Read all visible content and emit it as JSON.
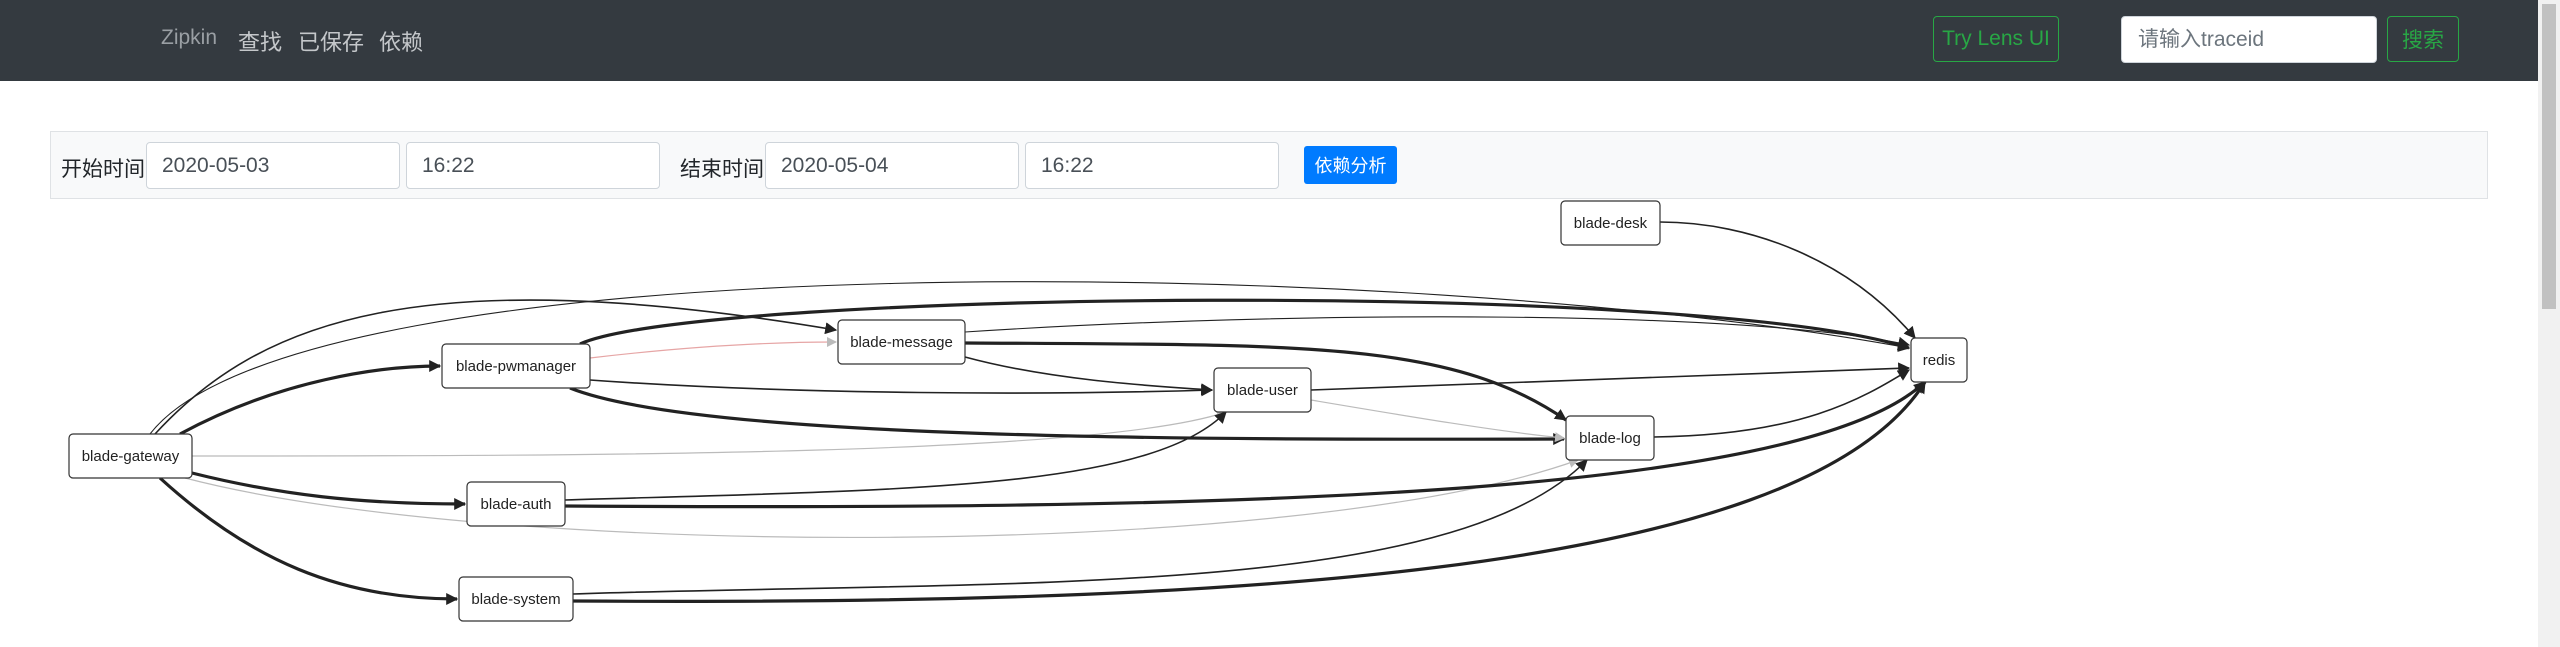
{
  "nav": {
    "brand": "Zipkin",
    "links": [
      "查找",
      "已保存",
      "依赖"
    ],
    "lens_button": "Try Lens UI",
    "trace_placeholder": "请输入traceid",
    "search_button": "搜索"
  },
  "filters": {
    "start_label": "开始时间",
    "start_date": "2020-05-03",
    "start_time": "16:22",
    "end_label": "结束时间",
    "end_date": "2020-05-04",
    "end_time": "16:22",
    "analyze_button": "依赖分析"
  },
  "graph": {
    "nodes": [
      {
        "id": "gateway",
        "label": "blade-gateway"
      },
      {
        "id": "pwmanager",
        "label": "blade-pwmanager"
      },
      {
        "id": "message",
        "label": "blade-message"
      },
      {
        "id": "user",
        "label": "blade-user"
      },
      {
        "id": "auth",
        "label": "blade-auth"
      },
      {
        "id": "system",
        "label": "blade-system"
      },
      {
        "id": "desk",
        "label": "blade-desk"
      },
      {
        "id": "log",
        "label": "blade-log"
      },
      {
        "id": "redis",
        "label": "redis"
      }
    ],
    "edges": [
      {
        "from": "gateway",
        "to": "pwmanager",
        "weight": "heavy"
      },
      {
        "from": "gateway",
        "to": "auth",
        "weight": "heavy"
      },
      {
        "from": "gateway",
        "to": "system",
        "weight": "heavy"
      },
      {
        "from": "gateway",
        "to": "message",
        "weight": "normal"
      },
      {
        "from": "gateway",
        "to": "redis",
        "weight": "light"
      },
      {
        "from": "gateway",
        "to": "user",
        "weight": "faint"
      },
      {
        "from": "gateway",
        "to": "log",
        "weight": "faint"
      },
      {
        "from": "pwmanager",
        "to": "message",
        "weight": "error"
      },
      {
        "from": "pwmanager",
        "to": "redis",
        "weight": "heavy"
      },
      {
        "from": "pwmanager",
        "to": "user",
        "weight": "normal"
      },
      {
        "from": "pwmanager",
        "to": "log",
        "weight": "heavy"
      },
      {
        "from": "message",
        "to": "redis",
        "weight": "light"
      },
      {
        "from": "message",
        "to": "user",
        "weight": "normal"
      },
      {
        "from": "message",
        "to": "log",
        "weight": "heavy"
      },
      {
        "from": "user",
        "to": "redis",
        "weight": "normal"
      },
      {
        "from": "user",
        "to": "log",
        "weight": "faint"
      },
      {
        "from": "auth",
        "to": "user",
        "weight": "normal"
      },
      {
        "from": "auth",
        "to": "redis",
        "weight": "heavy"
      },
      {
        "from": "system",
        "to": "log",
        "weight": "normal"
      },
      {
        "from": "system",
        "to": "redis",
        "weight": "heavy"
      },
      {
        "from": "desk",
        "to": "redis",
        "weight": "normal"
      },
      {
        "from": "log",
        "to": "redis",
        "weight": "normal"
      }
    ]
  },
  "colors": {
    "navbar": "#343a40",
    "accent_green": "#28a745",
    "primary_blue": "#007bff",
    "edge": "#222222",
    "edge_faint": "#bbbbbb",
    "edge_error": "#e6a5a5"
  }
}
